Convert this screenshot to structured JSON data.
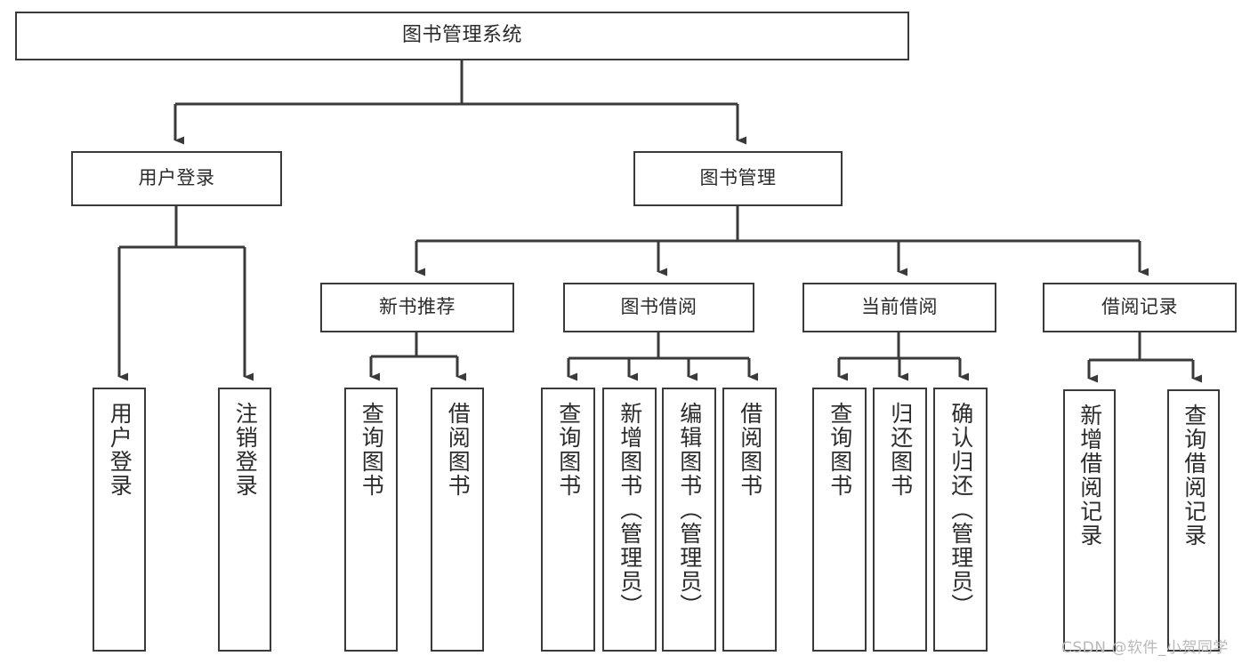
{
  "diagram": {
    "title": "图书管理系统",
    "type": "tree-hierarchy-chart",
    "line_color": "#3a3a3a",
    "box_fill": "#ffffff",
    "watermark": "CSDN @软件_小贺同学"
  },
  "root": {
    "label": "图书管理系统"
  },
  "level2": [
    {
      "label": "用户登录"
    },
    {
      "label": "图书管理"
    }
  ],
  "level3": [
    {
      "label": "新书推荐"
    },
    {
      "label": "图书借阅"
    },
    {
      "label": "当前借阅"
    },
    {
      "label": "借阅记录"
    }
  ],
  "leaves": {
    "user_login": [
      {
        "label": "用户登录"
      },
      {
        "label": "注销登录"
      }
    ],
    "new_book_recommend": [
      {
        "label": "查询图书"
      },
      {
        "label": "借阅图书"
      }
    ],
    "book_borrow": [
      {
        "label": "查询图书"
      },
      {
        "label": "新增图书（管理员）"
      },
      {
        "label": "编辑图书（管理员）"
      },
      {
        "label": "借阅图书"
      }
    ],
    "current_borrow": [
      {
        "label": "查询图书"
      },
      {
        "label": "归还图书"
      },
      {
        "label": "确认归还（管理员）"
      }
    ],
    "borrow_record": [
      {
        "label": "新增借阅记录"
      },
      {
        "label": "查询借阅记录"
      }
    ]
  }
}
